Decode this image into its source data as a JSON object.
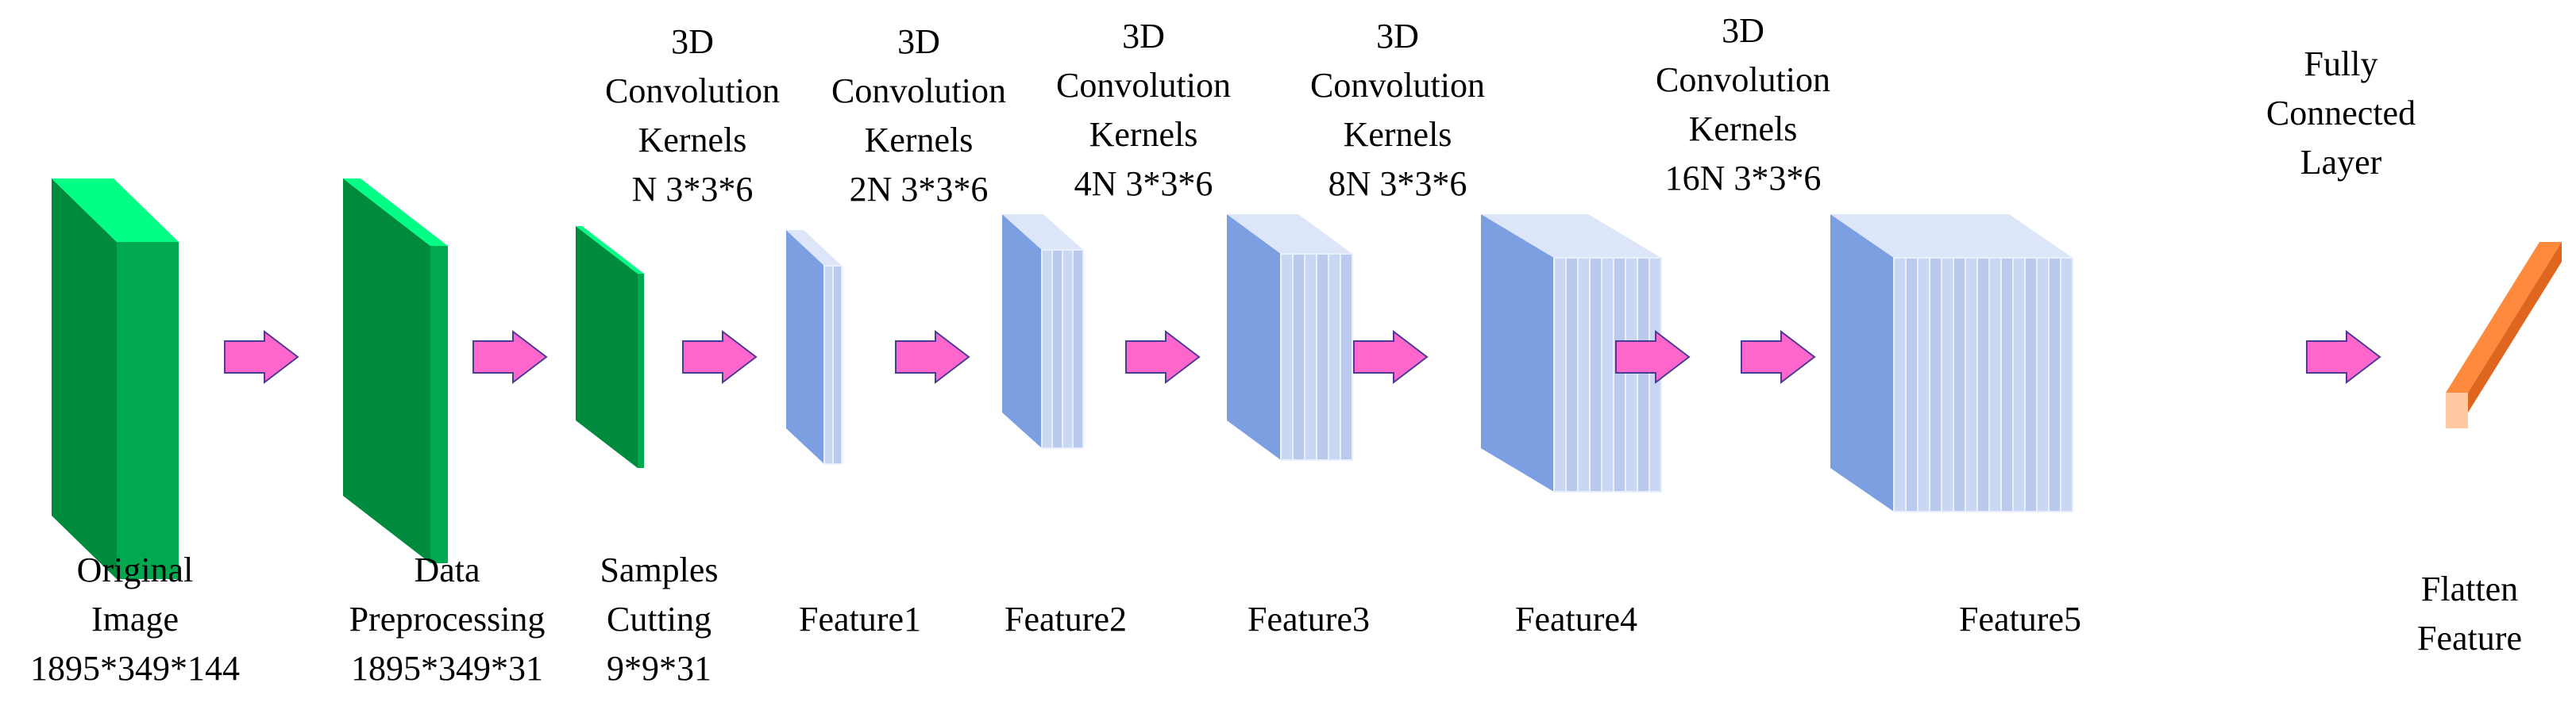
{
  "colors": {
    "input_front": "#00A84F",
    "input_side": "#008A3E",
    "input_top": "#00FF84",
    "feature_front": "#C9D7F2",
    "feature_side": "#7B9FE0",
    "feature_top": "#DCE6F8",
    "arrow_fill": "#FF66CC",
    "arrow_stroke": "#4B3B99",
    "flatten_face": "#FF8A3D",
    "flatten_dark": "#E0651E",
    "flatten_light": "#FFC8A0"
  },
  "stages": [
    {
      "id": "original",
      "lines": [
        "Original",
        "Image",
        "1895*349*144"
      ]
    },
    {
      "id": "preprocess",
      "lines": [
        "Data",
        "Preprocessing",
        "1895*349*31"
      ]
    },
    {
      "id": "samples",
      "lines": [
        "Samples",
        "Cutting",
        "9*9*31"
      ]
    },
    {
      "id": "feature1",
      "lines": [
        "Feature1"
      ]
    },
    {
      "id": "feature2",
      "lines": [
        "Feature2"
      ]
    },
    {
      "id": "feature3",
      "lines": [
        "Feature3"
      ]
    },
    {
      "id": "feature4",
      "lines": [
        "Feature4"
      ]
    },
    {
      "id": "feature5",
      "lines": [
        "Feature5"
      ]
    },
    {
      "id": "flatten",
      "lines": [
        "Flatten",
        "Feature"
      ]
    }
  ],
  "kernels": [
    {
      "id": "k1",
      "lines": [
        "3D",
        "Convolution",
        "Kernels",
        "N 3*3*6"
      ]
    },
    {
      "id": "k2",
      "lines": [
        "3D",
        "Convolution",
        "Kernels",
        "2N 3*3*6"
      ]
    },
    {
      "id": "k3",
      "lines": [
        "3D",
        "Convolution",
        "Kernels",
        "4N 3*3*6"
      ]
    },
    {
      "id": "k4",
      "lines": [
        "3D",
        "Convolution",
        "Kernels",
        "8N 3*3*6"
      ]
    },
    {
      "id": "k5",
      "lines": [
        "3D",
        "Convolution",
        "Kernels",
        "16N 3*3*6"
      ]
    }
  ],
  "fc": {
    "lines": [
      "Fully",
      "Connected",
      "Layer"
    ]
  }
}
